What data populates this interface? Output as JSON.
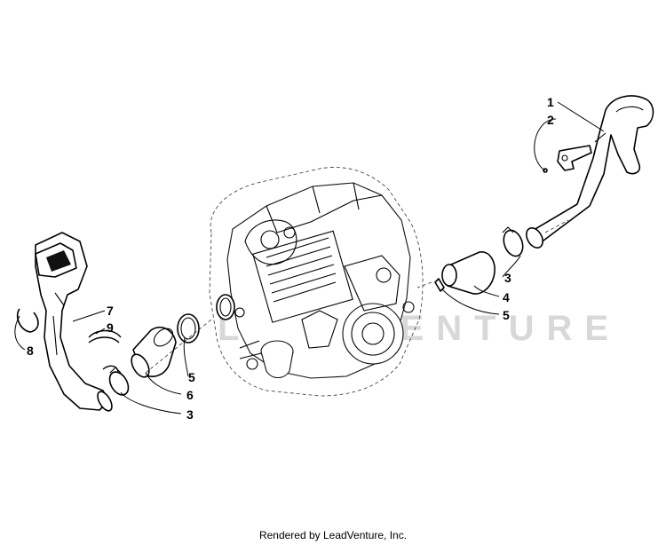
{
  "watermark": "LEADVENTURE",
  "callouts": [
    {
      "id": "c1",
      "text": "1"
    },
    {
      "id": "c2",
      "text": "2"
    },
    {
      "id": "c3a",
      "text": "3"
    },
    {
      "id": "c4",
      "text": "4"
    },
    {
      "id": "c5a",
      "text": "5"
    },
    {
      "id": "c7",
      "text": "7"
    },
    {
      "id": "c9",
      "text": "9"
    },
    {
      "id": "c8",
      "text": "8"
    },
    {
      "id": "c5b",
      "text": "5"
    },
    {
      "id": "c6",
      "text": "6"
    },
    {
      "id": "c3b",
      "text": "3"
    }
  ],
  "footer": "Rendered by LeadVenture, Inc."
}
